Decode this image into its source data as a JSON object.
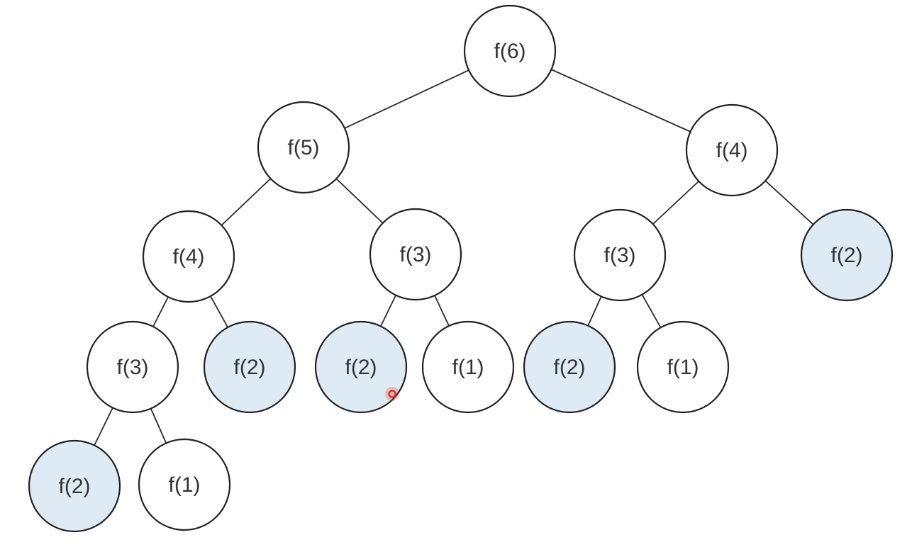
{
  "colors": {
    "node_fill": "#ffffff",
    "highlight_fill": "#deebf5",
    "stroke": "#222222",
    "text": "#333333",
    "cursor": "#e0322b"
  },
  "tree": {
    "nodes": [
      {
        "id": "n1",
        "label": "f(6)",
        "highlight": false
      },
      {
        "id": "n2",
        "label": "f(5)",
        "highlight": false
      },
      {
        "id": "n3",
        "label": "f(4)",
        "highlight": false
      },
      {
        "id": "n4",
        "label": "f(4)",
        "highlight": false
      },
      {
        "id": "n5",
        "label": "f(3)",
        "highlight": false
      },
      {
        "id": "n6",
        "label": "f(3)",
        "highlight": false
      },
      {
        "id": "n7",
        "label": "f(2)",
        "highlight": true
      },
      {
        "id": "n8",
        "label": "f(3)",
        "highlight": false
      },
      {
        "id": "n9",
        "label": "f(2)",
        "highlight": true
      },
      {
        "id": "n10",
        "label": "f(2)",
        "highlight": true
      },
      {
        "id": "n11",
        "label": "f(1)",
        "highlight": false
      },
      {
        "id": "n12",
        "label": "f(2)",
        "highlight": true
      },
      {
        "id": "n13",
        "label": "f(1)",
        "highlight": false
      },
      {
        "id": "n14",
        "label": "f(2)",
        "highlight": true
      },
      {
        "id": "n15",
        "label": "f(1)",
        "highlight": false
      }
    ],
    "edges": [
      [
        "n1",
        "n2"
      ],
      [
        "n1",
        "n3"
      ],
      [
        "n2",
        "n4"
      ],
      [
        "n2",
        "n5"
      ],
      [
        "n3",
        "n6"
      ],
      [
        "n3",
        "n7"
      ],
      [
        "n4",
        "n8"
      ],
      [
        "n4",
        "n9"
      ],
      [
        "n5",
        "n10"
      ],
      [
        "n5",
        "n11"
      ],
      [
        "n6",
        "n12"
      ],
      [
        "n6",
        "n13"
      ],
      [
        "n8",
        "n14"
      ],
      [
        "n8",
        "n15"
      ]
    ]
  }
}
